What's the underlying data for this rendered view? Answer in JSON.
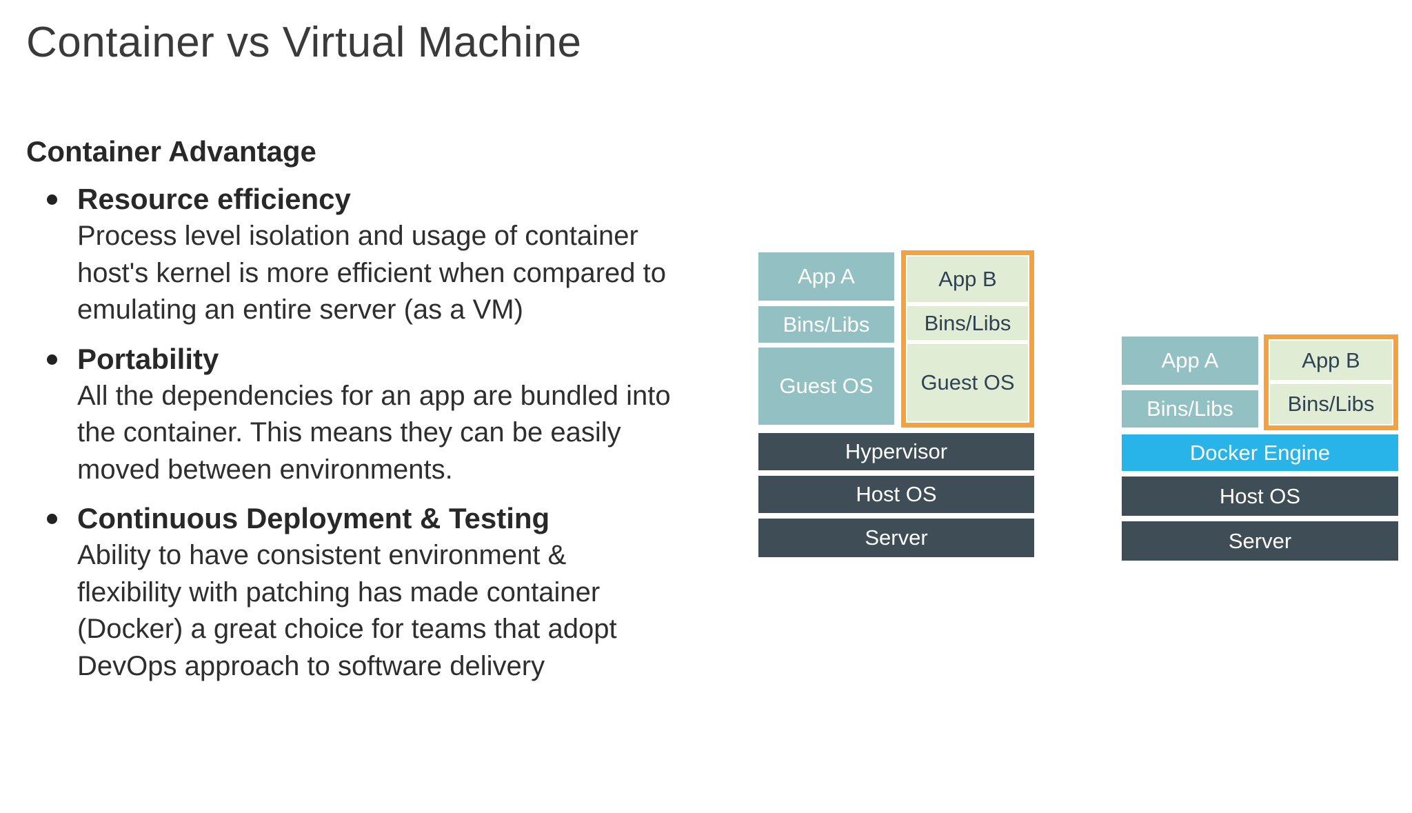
{
  "page": {
    "title": "Container vs Virtual Machine"
  },
  "section": {
    "heading": "Container Advantage"
  },
  "bullets": [
    {
      "title": "Resource efficiency",
      "lines": [
        "Process level isolation and usage of container",
        "host's kernel is more efficient when compared to",
        "emulating an entire server (as a VM)"
      ]
    },
    {
      "title": "Portability",
      "lines": [
        "All the dependencies for an app are bundled into",
        "the container. This means they can be easily",
        "moved between environments."
      ]
    },
    {
      "title": "Continuous Deployment & Testing",
      "lines": [
        "Ability to have consistent environment &",
        "flexibility with patching has made container",
        "(Docker) a great choice for teams that adopt",
        "DevOps approach to software delivery"
      ]
    }
  ],
  "diagrams": {
    "vm": {
      "stack_a": [
        "App A",
        "Bins/Libs",
        "Guest OS"
      ],
      "stack_b": [
        "App B",
        "Bins/Libs",
        "Guest OS"
      ],
      "layers": [
        "Hypervisor",
        "Host OS",
        "Server"
      ]
    },
    "container": {
      "stack_a": [
        "App A",
        "Bins/Libs"
      ],
      "stack_b": [
        "App B",
        "Bins/Libs"
      ],
      "layers": [
        "Docker Engine",
        "Host OS",
        "Server"
      ]
    }
  },
  "colors": {
    "teal": "#92c0c3",
    "green": "#e1ecd4",
    "orange": "#f5a23e",
    "slate": "#3e4d56",
    "blue": "#28b4e8",
    "navy": "#2f4254",
    "text": "#2e2e2e",
    "title": "#3a3a3a"
  }
}
